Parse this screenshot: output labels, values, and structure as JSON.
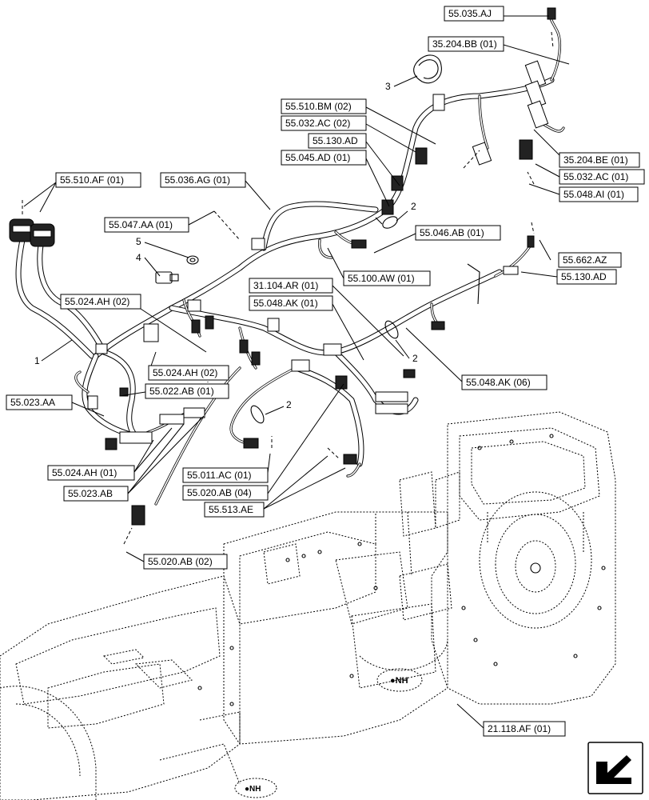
{
  "labels": {
    "l_55035AJ": "55.035.AJ",
    "l_35204BB": "35.204.BB (01)",
    "l_55510BM": "55.510.BM (02)",
    "l_55032AC02": "55.032.AC (02)",
    "l_55130AD_top": "55.130.AD",
    "l_55045AD": "55.045.AD (01)",
    "l_35204BE": "35.204.BE (01)",
    "l_55032AC01": "55.032.AC (01)",
    "l_55048AI": "55.048.AI (01)",
    "l_55510AF": "55.510.AF (01)",
    "l_55036AG": "55.036.AG (01)",
    "l_55047AA": "55.047.AA (01)",
    "l_55046AB": "55.046.AB (01)",
    "l_55662AZ": "55.662.AZ",
    "l_55130AD_right": "55.130.AD",
    "l_55100AW": "55.100.AW (01)",
    "l_31104AR": "31.104.AR (01)",
    "l_55048AK01": "55.048.AK (01)",
    "l_55024AH02a": "55.024.AH (02)",
    "l_55024AH02b": "55.024.AH (02)",
    "l_55022AB": "55.022.AB (01)",
    "l_55023AA": "55.023.AA",
    "l_55048AK06": "55.048.AK (06)",
    "l_55024AH01": "55.024.AH (01)",
    "l_55023AB": "55.023.AB",
    "l_55011AC": "55.011.AC (01)",
    "l_55020AB04": "55.020.AB (04)",
    "l_55513AE": "55.513.AE",
    "l_55020AB02": "55.020.AB (02)",
    "l_21118AF": "21.118.AF (01)"
  },
  "callouts": {
    "c1": "1",
    "c2a": "2",
    "c2b": "2",
    "c2c": "2",
    "c3": "3",
    "c4": "4",
    "c5": "5"
  },
  "footer_icon": "navigation-arrow-icon"
}
